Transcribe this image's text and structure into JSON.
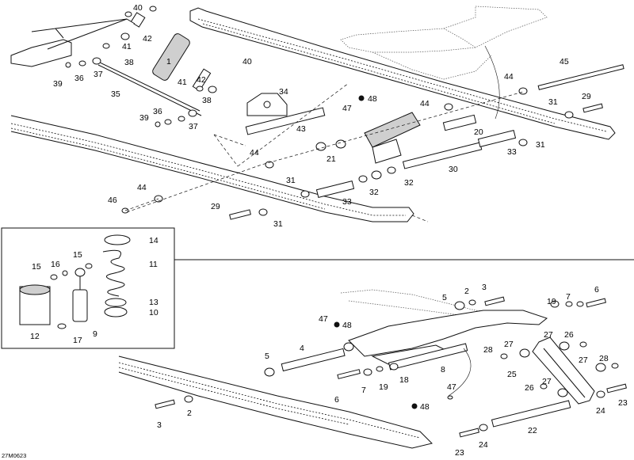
{
  "diagram": {
    "drawing_code": "27M0623",
    "callouts": {
      "n1": "1",
      "n2": "2",
      "n3": "3",
      "n4": "4",
      "n5": "5",
      "n6": "6",
      "n7": "7",
      "n8": "8",
      "n9": "9",
      "n10": "10",
      "n11": "11",
      "n12": "12",
      "n13": "13",
      "n14": "14",
      "n15": "15",
      "n16": "16",
      "n17": "17",
      "n18": "18",
      "n19": "19",
      "n20": "20",
      "n21": "21",
      "n22": "22",
      "n23": "23",
      "n24": "24",
      "n25": "25",
      "n26": "26",
      "n27": "27",
      "n28": "28",
      "n29": "29",
      "n30": "30",
      "n31": "31",
      "n32": "32",
      "n33": "33",
      "n34": "34",
      "n35": "35",
      "n36": "36",
      "n37": "37",
      "n38": "38",
      "n39": "39",
      "n40": "40",
      "n41": "41",
      "n42": "42",
      "n43": "43",
      "n44": "44",
      "n45": "45",
      "n46": "46",
      "n47": "47",
      "n48": "48"
    }
  }
}
